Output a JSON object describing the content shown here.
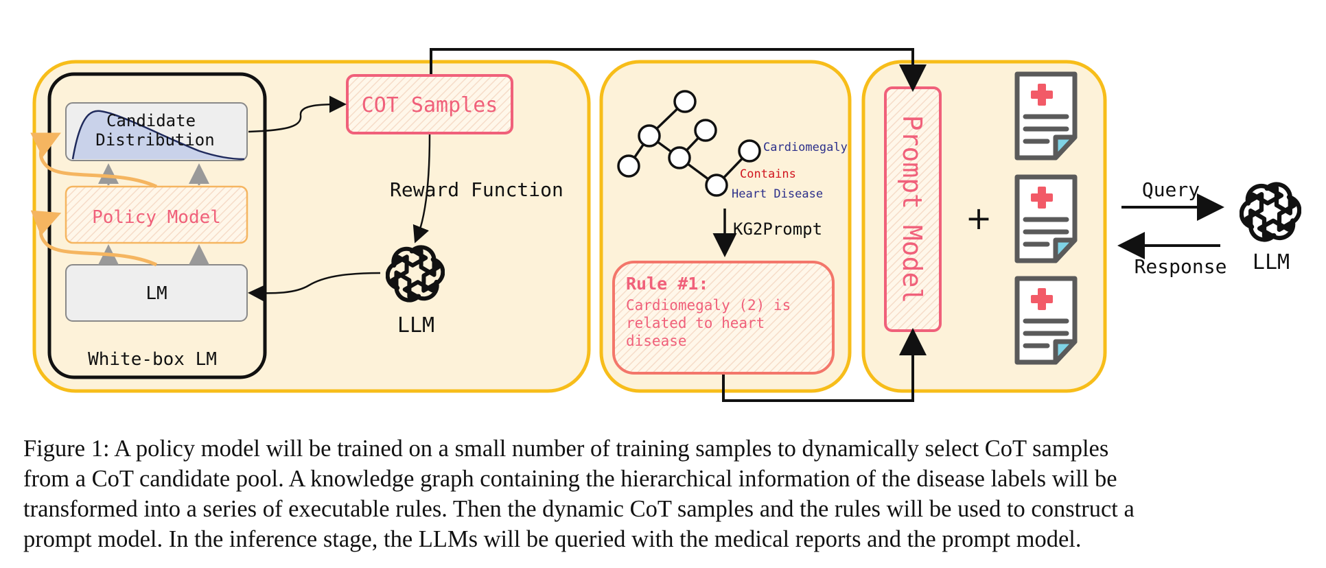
{
  "left_panel": {
    "whitebox_label": "White-box LM",
    "candidate_line1": "Candidate",
    "candidate_line2": "Distribution",
    "policy_model": "Policy Model",
    "lm": "LM",
    "cot_samples": "COT Samples",
    "reward_function": "Reward Function",
    "llm": "LLM"
  },
  "middle_panel": {
    "kg_node_cardiomegaly": "Cardiomegaly",
    "kg_edge_contains": "Contains",
    "kg_node_heart_disease": "Heart Disease",
    "kg2prompt": "KG2Prompt",
    "rule_title": "Rule #1:",
    "rule_lines": [
      "Cardiomegaly (2) is",
      "related to heart",
      "disease"
    ]
  },
  "right_panel": {
    "prompt_model": "Prompt Model",
    "plus": "+",
    "query": "Query",
    "response": "Response",
    "llm": "LLM"
  },
  "colors": {
    "panel_fill": "#fdf2d9",
    "panel_border": "#f7bd1a",
    "pink": "#f0607a",
    "orange_arrow": "#f5b560",
    "doc_gray": "#5a5a5a",
    "doc_red": "#f25a67",
    "doc_blue": "#7fd3e6",
    "distribution_fill": "#c9d2ea",
    "distribution_line": "#1f2a5c"
  },
  "icons": [
    "openai-logo-icon",
    "medical-report-icon",
    "knowledge-graph-icon"
  ],
  "caption": {
    "lines": [
      "Figure 1: A policy model will be trained on a small number of training samples to dynamically select CoT samples",
      "from a CoT candidate pool. A knowledge graph containing the hierarchical information of the disease labels will be",
      "transformed into a series of executable rules. Then the dynamic CoT samples and the rules will be used to construct a",
      "prompt model. In the inference stage, the LLMs will be queried with the medical reports and the prompt model."
    ]
  }
}
